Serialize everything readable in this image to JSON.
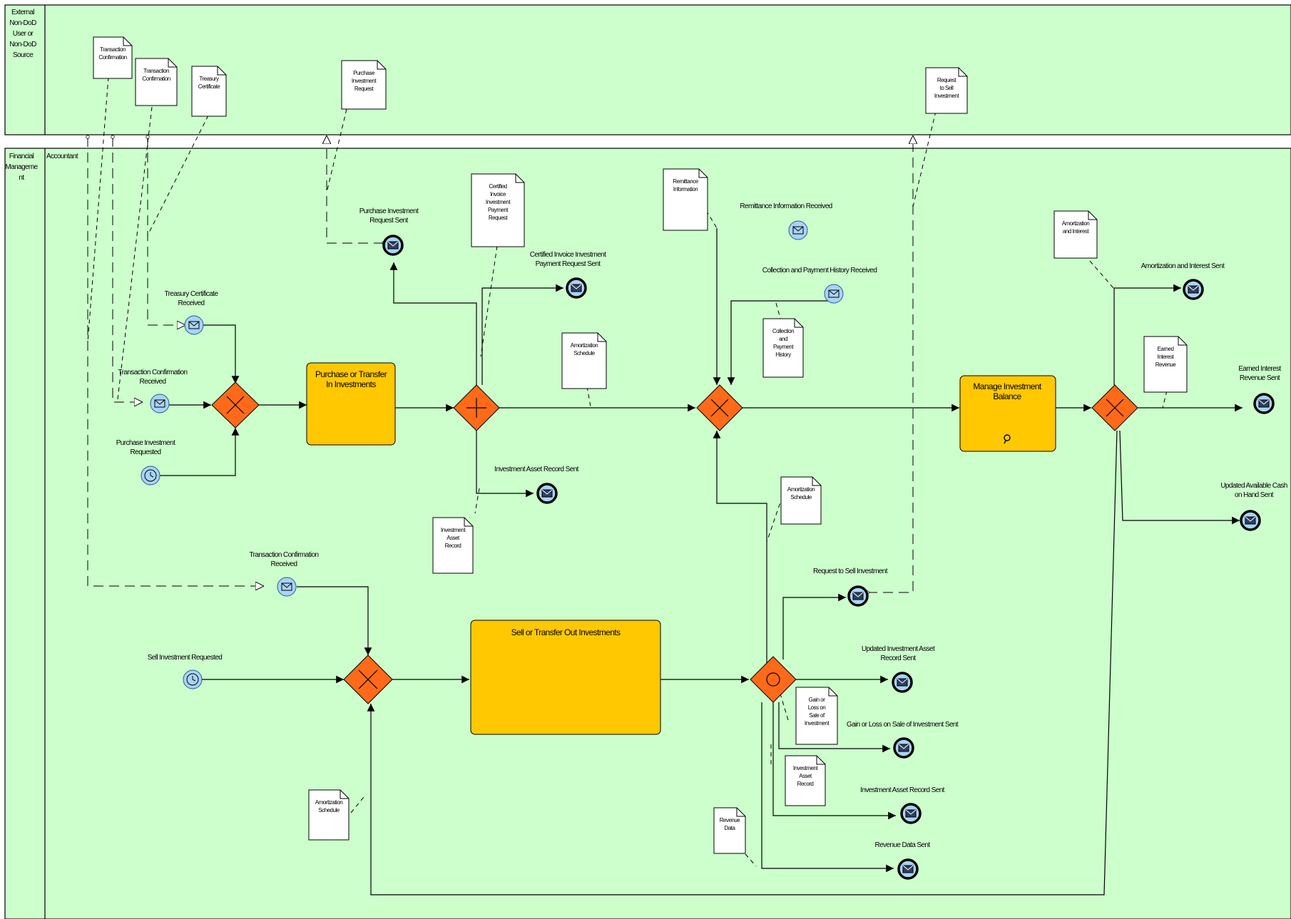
{
  "colors": {
    "pool_background": "#ccffcc",
    "task_fill": "#ffc800",
    "gateway_fill": "#ff6a1a",
    "event_fill": "#a8d4f6",
    "document_fill": "#ffffff"
  },
  "lanes": {
    "external": "External Non-DoD User or Non-DoD Source",
    "financial": "Financial Manageme nt",
    "accountant": "Accountant"
  },
  "tasks": {
    "purchase": "Purchase or Transfer In Investments",
    "manage": "Manage Investment Balance",
    "sell": "Sell or Transfer Out Investments"
  },
  "start_events": {
    "treasury_certificate_received": "Treasury Certificate Received",
    "transaction_confirmation_received_1": "Transaction Confirmation Received",
    "purchase_investment_requested": "Purchase Investment Requested",
    "transaction_confirmation_received_2": "Transaction Confirmation Received",
    "sell_investment_requested": "Sell Investment Requested",
    "remittance_information_received": "Remittance Information Received",
    "collection_and_payment_history_received": "Collection and Payment History Received"
  },
  "end_events": {
    "purchase_investment_request_sent": "Purchase Investment Request Sent",
    "certified_invoice_payment_request_sent": "Certified Invoice Investment Payment Request Sent",
    "investment_asset_record_sent_1": "Investment Asset Record Sent",
    "amortization_and_interest_sent": "Amortization and Interest Sent",
    "earned_interest_revenue_sent": "Earned Interest Revenue Sent",
    "updated_available_cash_sent": "Updated Available Cash on Hand Sent",
    "request_to_sell_investment": "Request to Sell Investment",
    "updated_investment_asset_record_sent": "Updated Investment Asset Record Sent",
    "gain_or_loss_sent": "Gain or Loss on Sale of Investment Sent",
    "investment_asset_record_sent_2": "Investment Asset Record Sent",
    "revenue_data_sent": "Revenue Data Sent"
  },
  "documents": {
    "transaction_confirmation_1": "Transaction Confirmation",
    "transaction_confirmation_2": "Transaction Confirmation",
    "treasury_certificate": "Treasury Certificate",
    "purchase_investment_request": "Purchase Investment Request",
    "request_to_sell_investment": "Request to Sell Investment",
    "certified_invoice": "Certified Invoice Investment Payment Request",
    "remittance_information": "Remittance Information",
    "amortization_and_interest": "Amortization and Interest",
    "amortization_schedule_1": "Amortization Schedule",
    "collection_and_payment_history": "Collection and Payment History",
    "earned_interest_revenue": "Earned Interest Revenue",
    "investment_asset_record_1": "Investment Asset Record",
    "amortization_schedule_2": "Amortization Schedule",
    "gain_or_loss": "Gain or Loss on Sale of Investment",
    "investment_asset_record_2": "Investment Asset Record",
    "revenue_data": "Revenue Data",
    "amortization_schedule_3": "Amortization Schedule"
  }
}
